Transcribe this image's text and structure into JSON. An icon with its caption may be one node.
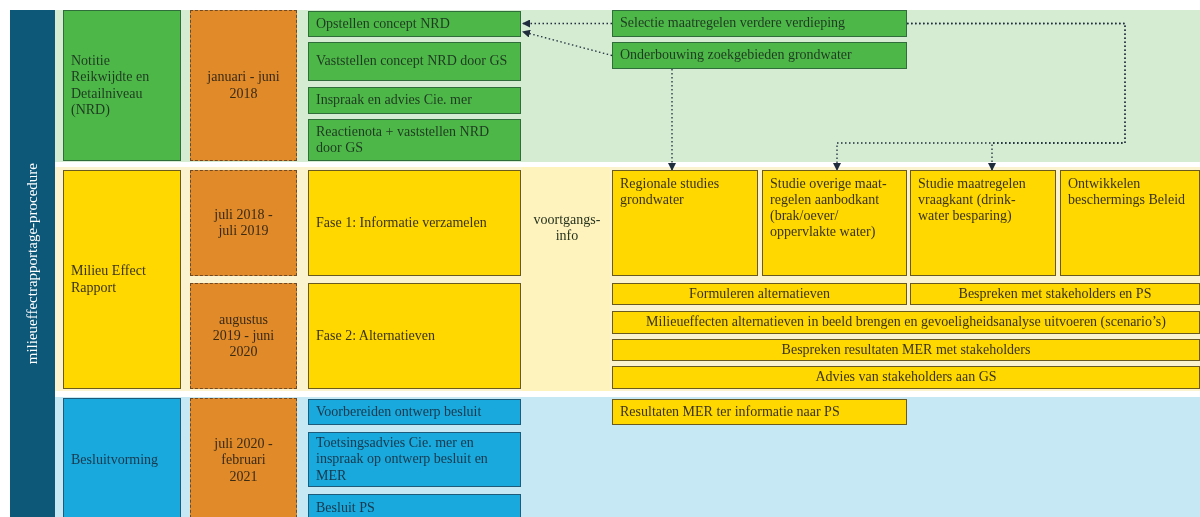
{
  "diagram": {
    "nodes": [
      {
        "text": [
          "milieueffectrapportage-procedure"
        ]
      },
      {
        "text": [
          "Notitie Reikwijdte en Detailniveau (NRD)"
        ]
      },
      {
        "text": [
          "januari - juni 2018"
        ]
      },
      {
        "text": [
          "Opstellen concept NRD"
        ]
      },
      {
        "text": [
          "Vaststellen concept NRD door GS"
        ]
      },
      {
        "text": [
          "Inspraak en advies Cie. mer"
        ]
      },
      {
        "text": [
          "Reactienota + vaststellen NRD door GS"
        ]
      },
      {
        "text": [
          "Selectie maatregelen verdere verdieping"
        ]
      },
      {
        "text": [
          "Onderbouwing zoekgebieden grondwater"
        ]
      },
      {
        "text": [
          "Milieu Effect Rapport"
        ]
      },
      {
        "text": [
          "juli 2018 - juli 2019"
        ]
      },
      {
        "text": [
          "augustus 2019 - juni 2020"
        ]
      },
      {
        "text": [
          "Fase 1: Informatie verzamelen"
        ]
      },
      {
        "text": [
          "Fase 2: Alternatieven"
        ]
      },
      {
        "text": [
          "Regionale studies grondwater"
        ]
      },
      {
        "text": [
          "Studie overige maat- regelen aanbodkant (brak/oever/ oppervlakte water)"
        ]
      },
      {
        "text": [
          "Studie maatregelen vraagkant (drink- water besparing)"
        ]
      },
      {
        "text": [
          "Ontwikkelen beschermings Beleid"
        ]
      },
      {
        "text": [
          "Formuleren alternatieven"
        ]
      },
      {
        "text": [
          "Bespreken met stakeholders en PS"
        ]
      },
      {
        "text": [
          "Milieueffecten alternatieven in beeld brengen en gevoeligheidsanalyse uitvoeren (scenario’s)"
        ]
      },
      {
        "text": [
          "Bespreken resultaten MER met stakeholders"
        ]
      },
      {
        "text": [
          "Advies van stakeholders aan GS"
        ]
      },
      {
        "text": [
          "Besluitvorming"
        ]
      },
      {
        "text": [
          "juli 2020 - februari 2021"
        ]
      },
      {
        "text": [
          "Voorbereiden ontwerp besluit"
        ]
      },
      {
        "text": [
          "Toetsingsadvies Cie. mer en inspraak op ontwerp besluit en MER"
        ]
      },
      {
        "text": [
          "Besluit PS"
        ]
      },
      {
        "text": [
          "Resultaten MER ter informatie naar PS"
        ]
      }
    ],
    "edges": [
      {
        "from": 7,
        "to": 3,
        "arrow": "to",
        "style": "dashed"
      },
      {
        "from": 8,
        "to": 3,
        "arrow": "to",
        "style": "dashed"
      },
      {
        "from": 8,
        "to": 14,
        "arrow": "to",
        "style": "dashed"
      },
      {
        "from": 7,
        "to": 15,
        "arrow": "to",
        "style": "dashed"
      },
      {
        "from": 7,
        "to": 16,
        "arrow": "to",
        "style": "dashed"
      }
    ],
    "labels": [
      "voortgangs- info"
    ]
  }
}
